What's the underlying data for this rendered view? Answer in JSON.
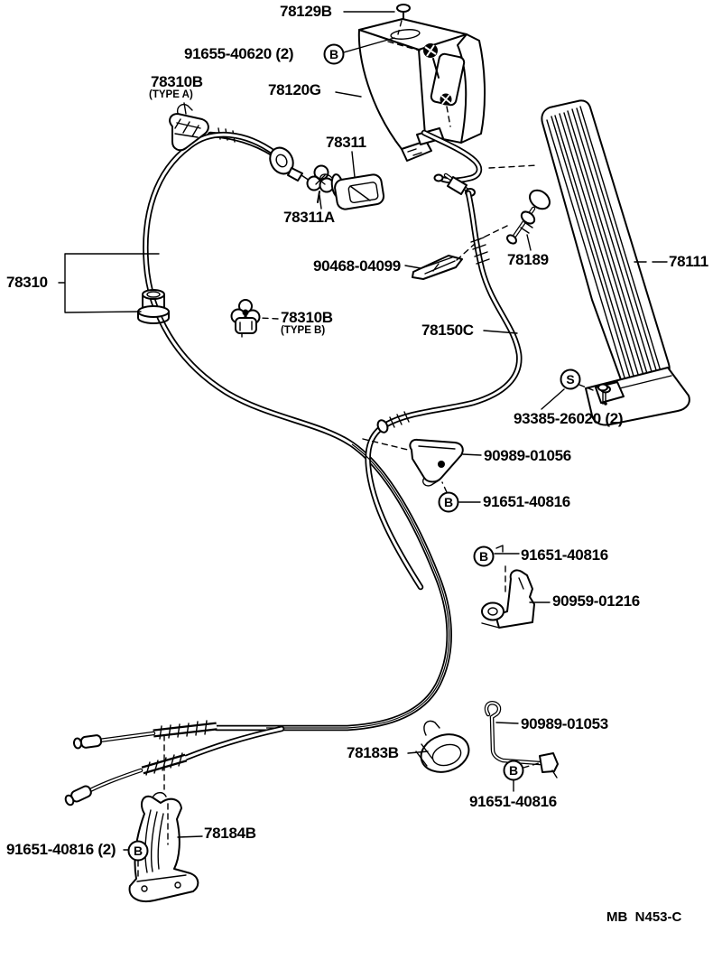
{
  "diagram_title": "Accelerator link parts diagram",
  "colors": {
    "line": "#000000",
    "background": "#ffffff"
  },
  "labels": {
    "p78129b": "78129B",
    "p91655": "91655-40620 (2)",
    "p78310b_a": "78310B",
    "p78310b_a_type": "(TYPE A)",
    "p78120g": "78120G",
    "p78311": "78311",
    "p78311a": "78311A",
    "p78310": "78310",
    "p90468": "90468-04099",
    "p78189": "78189",
    "p78111": "78111",
    "p78310b_b": "78310B",
    "p78310b_b_type": "(TYPE B)",
    "p78150c": "78150C",
    "p93385": "93385-26020 (2)",
    "p90989_01056": "90989-01056",
    "p91651_top": "91651-40816",
    "p91651_mid": "91651-40816",
    "p90959": "90959-01216",
    "p78183b": "78183B",
    "p90989_01053": "90989-01053",
    "p91651_low": "91651-40816",
    "p78184b": "78184B",
    "p91651_x2": "91651-40816 (2)",
    "footer_code": "MB  N453-C"
  },
  "markers": {
    "bolt": "B",
    "screw": "S"
  }
}
